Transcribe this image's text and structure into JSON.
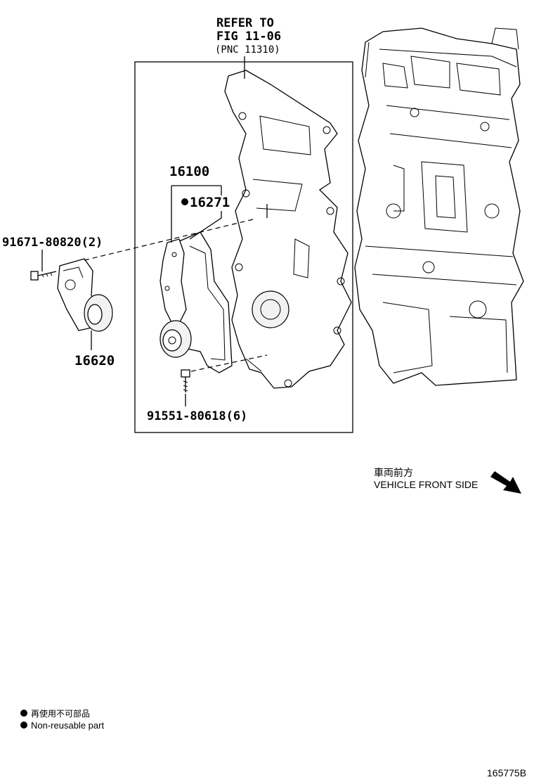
{
  "callouts": {
    "refer_line1": "REFER TO",
    "refer_line2": "FIG 11-06",
    "refer_line3": "(PNC 11310)",
    "part_16100": "16100",
    "part_16271": "16271",
    "bolt_upper": "91671-80820(2)",
    "part_16620": "16620",
    "bolt_lower": "91551-80618(6)"
  },
  "direction": {
    "label_jp": "車両前方",
    "label_en": "VEHICLE FRONT SIDE",
    "arrow_icon": "direction-arrow-icon"
  },
  "legend": {
    "jp": "再使用不可部品",
    "en": "Non-reusable part",
    "bullet_icon": "filled-dot-icon"
  },
  "figure_number": "165775B",
  "colors": {
    "ink": "#000000",
    "paper": "#ffffff"
  }
}
